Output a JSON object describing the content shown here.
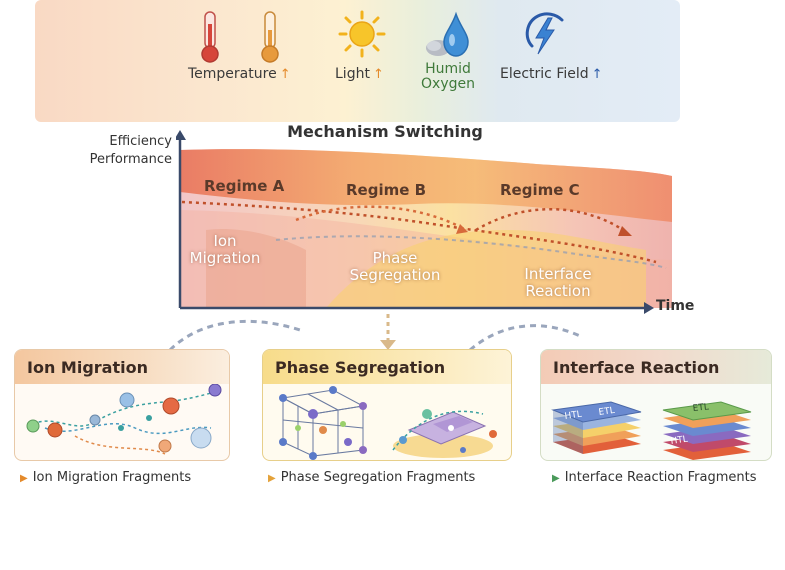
{
  "stimuli": {
    "temperature": {
      "label": "Temperature",
      "arrow": "↑",
      "icon": "thermometer-icon"
    },
    "light": {
      "label": "Light",
      "arrow": "↑",
      "icon": "sun-icon"
    },
    "humid_oxygen": {
      "label_line1": "Humid",
      "label_line2": "Oxygen",
      "icon": "water-drop-icon"
    },
    "electric_field": {
      "label": "Electric Field",
      "arrow": "↑",
      "icon": "lightning-icon"
    }
  },
  "title": "Mechanism Switching",
  "chart": {
    "y_label_line1": "Efficiency",
    "y_label_line2": "Performance",
    "x_label": "Time",
    "regimes": [
      "Regime A",
      "Regime B",
      "Regime C"
    ],
    "mechanisms": [
      {
        "line1": "Ion",
        "line2": "Migration"
      },
      {
        "line1": "Phase",
        "line2": "Segregation"
      },
      {
        "line1": "Interface",
        "line2": "Reaction"
      }
    ]
  },
  "panels": [
    {
      "title": "Ion Migration",
      "fragments": "Ion Migration Fragments"
    },
    {
      "title": "Phase Segregation",
      "fragments": "Phase Segregation Fragments"
    },
    {
      "title": "Interface Reaction",
      "fragments": "Interface Reaction Fragments",
      "layer_labels": [
        "HTL",
        "ETL",
        "ETL",
        "HTL"
      ]
    }
  ],
  "colors": {
    "arrow_orange": "#e48a2a",
    "arrow_blue": "#2a5aa8",
    "humid_text": "#3f7a3a",
    "trend_dots": "#c0502a",
    "axis": "#3a4a6a"
  }
}
